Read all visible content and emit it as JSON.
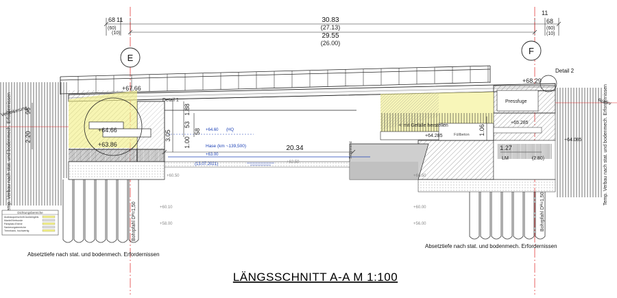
{
  "title": "LÄNGSSCHNITT A-A  M 1:100",
  "axes": {
    "left": "E",
    "right": "F"
  },
  "top_dims": {
    "main_1": "30.83",
    "main_1_paren": "(27.13)",
    "main_2": "29.55",
    "main_2_paren": "(26.00)",
    "left_a": "68",
    "left_b": "11",
    "left_c": "(60)",
    "left_d": "(10)",
    "right_a": "11",
    "right_b": "68",
    "right_c": "(60)",
    "right_d": "(10)"
  },
  "elevations": {
    "left_top": "+67.66",
    "right_top": "+68.29",
    "left_1": "+64.66",
    "left_2": "+63.86",
    "right_1": "+64.285",
    "right_2": "+65.285",
    "right_3": "+64.085",
    "hq": "+64.60",
    "hq_label": "(HQ",
    "hase_label": "Hase (km ~139,500)",
    "mw": "+63.00",
    "mw_date": "(13.07.2021)",
    "bed": "+62.50",
    "left_pile_1": "+60.10",
    "left_pile_2": "+58.00",
    "right_pile_1": "+60.00",
    "right_pile_2": "+56.00",
    "left_found": "+60.50",
    "right_found": "+60.50"
  },
  "labels": {
    "detail_left": "Detail 1",
    "detail_right": "Detail 2",
    "pressfuge": "Pressfuge",
    "gefaelle": "< mit Gefälle herstellen",
    "fullbeton": "Füllbeton",
    "stuetzwand": "Stützwand",
    "verankerung": "Verankerung",
    "rueckverankerung": "Rückv",
    "verbau_left": "Temp. Verbau nach stat. und bodenmech. Erfordernissen",
    "verbau_right": "Temp. Verbau nach stat. und bodenmech. Erfordernissen",
    "pile_left": "Bohrpfahl Dᴴ=1,50",
    "pile_right": "Bohrpfahl Dᴴ=1,50",
    "absetz_left": "Absetztiefe nach stat. und bodenmech. Erfordernissen",
    "absetz_right": "Absetztiefe nach stat. und bodenmech. Erfordernissen",
    "lm": "LM",
    "legend_title": "Dichtungsbereiche"
  },
  "inner_dims": {
    "span": "20.34",
    "d_188": "1.88",
    "d_53": "53",
    "d_58": "58",
    "d_305": "3.05",
    "d_100": "1.00",
    "d_96": "96",
    "d_220": "2.20",
    "d_127": "1.27",
    "d_280": "(2.80)",
    "d_106": "1.06"
  },
  "legend_rows": [
    "Ausbauquerschnitt Ausfahrgleis",
    "Mantel/Verbunde",
    "Parkplatz-Ebene",
    "Sanierungsbereiche",
    "Trennbank, hochwertig"
  ],
  "colors": {
    "highlight": "#f3f08a",
    "water": "#1a3fb5",
    "grid_red": "#d22"
  }
}
